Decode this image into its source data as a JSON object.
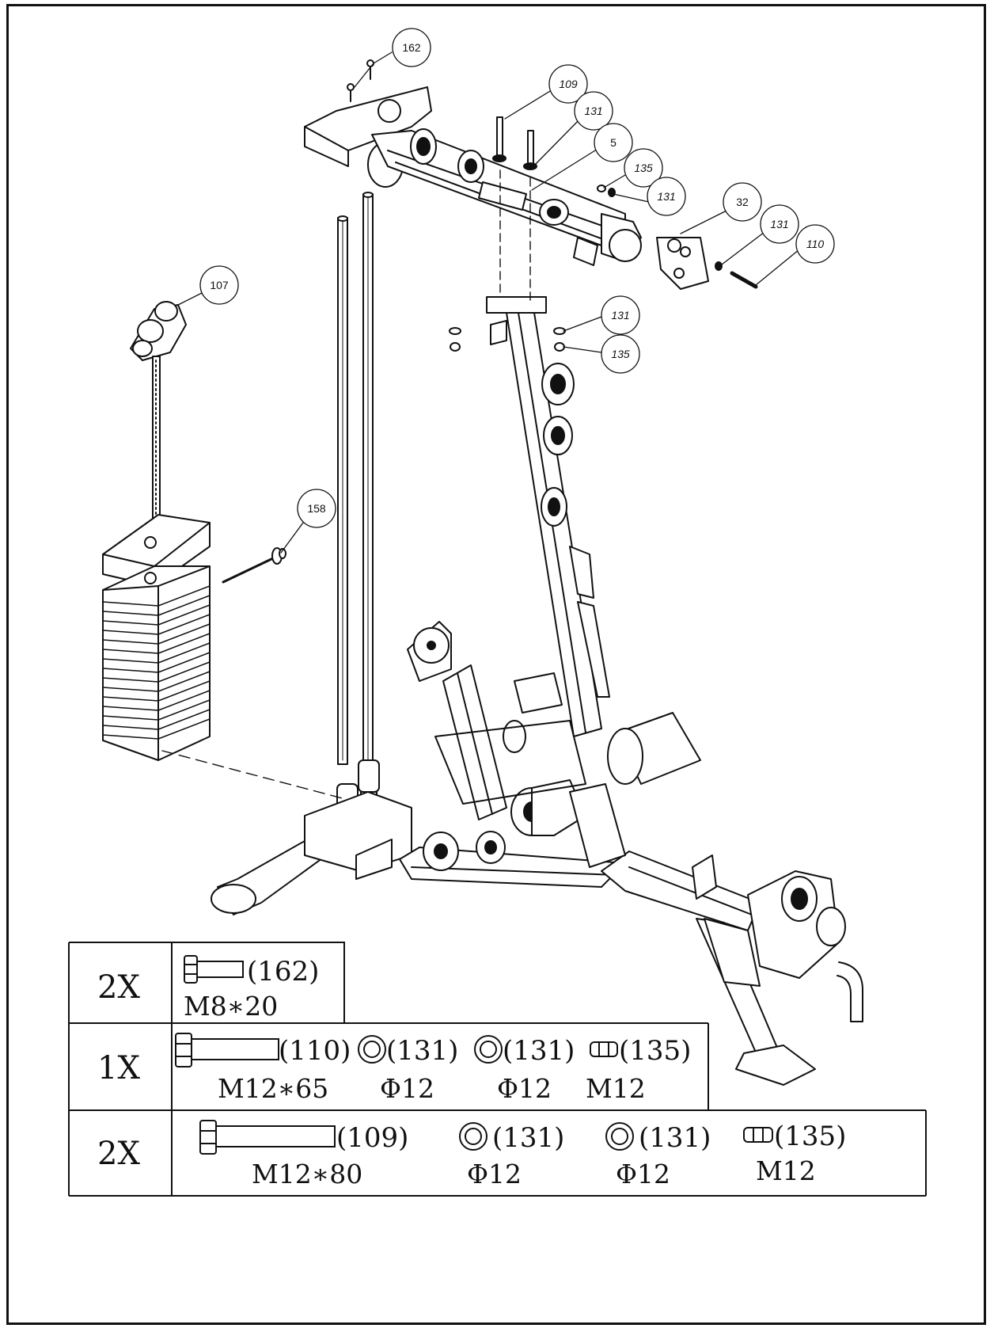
{
  "callouts": [
    {
      "id": "c162",
      "label": "162",
      "italic": false
    },
    {
      "id": "c109",
      "label": "109",
      "italic": true
    },
    {
      "id": "c131a",
      "label": "131",
      "italic": true
    },
    {
      "id": "c5",
      "label": "5",
      "italic": false
    },
    {
      "id": "c135a",
      "label": "135",
      "italic": true
    },
    {
      "id": "c131b",
      "label": "131",
      "italic": true
    },
    {
      "id": "c32",
      "label": "32",
      "italic": false
    },
    {
      "id": "c131c",
      "label": "131",
      "italic": true
    },
    {
      "id": "c110",
      "label": "110",
      "italic": true
    },
    {
      "id": "c107",
      "label": "107",
      "italic": false
    },
    {
      "id": "c131d",
      "label": "131",
      "italic": true
    },
    {
      "id": "c135b",
      "label": "135",
      "italic": true
    },
    {
      "id": "c158",
      "label": "158",
      "italic": false
    }
  ],
  "hardware_table": {
    "rows": [
      {
        "qty": "2X",
        "items": [
          {
            "kind": "bolt-short",
            "part": "(162)",
            "size": "M8∗20"
          }
        ]
      },
      {
        "qty": "1X",
        "items": [
          {
            "kind": "bolt",
            "part": "(110)",
            "size": "M12∗65"
          },
          {
            "kind": "washer",
            "part": "(131)",
            "size": "Φ12"
          },
          {
            "kind": "washer",
            "part": "(131)",
            "size": "Φ12"
          },
          {
            "kind": "nut",
            "part": "(135)",
            "size": "M12"
          }
        ]
      },
      {
        "qty": "2X",
        "items": [
          {
            "kind": "bolt-long",
            "part": "(109)",
            "size": "M12∗80"
          },
          {
            "kind": "washer",
            "part": "(131)",
            "size": "Φ12"
          },
          {
            "kind": "washer",
            "part": "(131)",
            "size": "Φ12"
          },
          {
            "kind": "nut",
            "part": "(135)",
            "size": "M12"
          }
        ]
      }
    ]
  }
}
